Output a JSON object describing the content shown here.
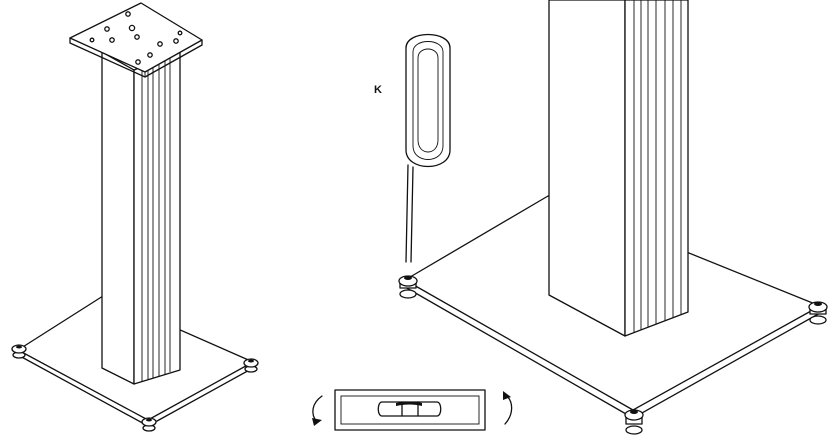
{
  "figure": {
    "part_label": "K"
  },
  "views": [
    {
      "name": "speaker-stand-assembled"
    },
    {
      "name": "spike-adjustment-detail"
    },
    {
      "name": "spirit-level-check"
    }
  ]
}
